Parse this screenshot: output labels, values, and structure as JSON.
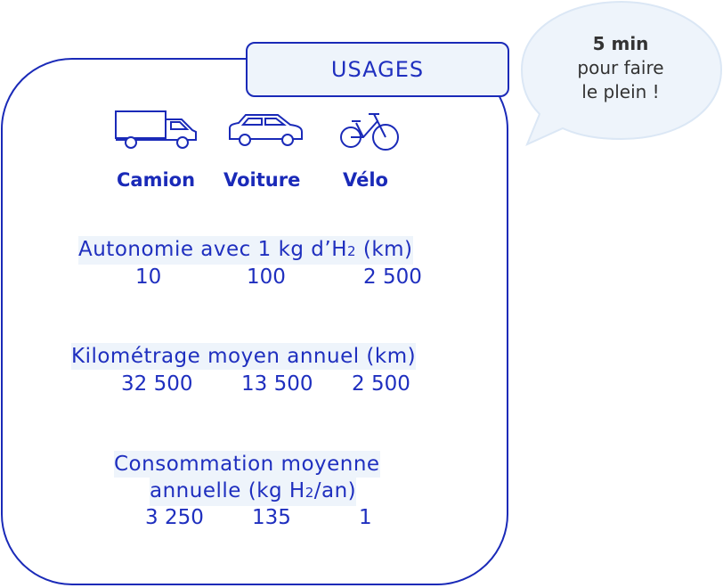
{
  "tab_title": "USAGES",
  "bubble": {
    "line1": "5 min",
    "line2": "pour faire",
    "line3": "le plein !"
  },
  "vehicles": [
    {
      "label": "Camion",
      "icon": "truck-icon"
    },
    {
      "label": "Voiture",
      "icon": "car-icon"
    },
    {
      "label": "Vélo",
      "icon": "bicycle-icon"
    }
  ],
  "sections": [
    {
      "title_a": "Autonomie avec 1 kg d’H",
      "title_sub": "2",
      "title_b": " (km)",
      "values": [
        "10",
        "100",
        "2 500"
      ]
    },
    {
      "title": "Kilométrage moyen annuel (km)",
      "values": [
        "32 500",
        "13 500",
        "2 500"
      ]
    },
    {
      "title_line1": "Consommation moyenne ",
      "title_line2_a": "annuelle (kg H",
      "title_line2_sub": "2",
      "title_line2_b": "/an)",
      "values": [
        "3 250",
        "135",
        "1"
      ]
    }
  ],
  "colors": {
    "accent": "#1a2ab8",
    "panel": "#eef4fb",
    "bubble_text": "#333333"
  }
}
